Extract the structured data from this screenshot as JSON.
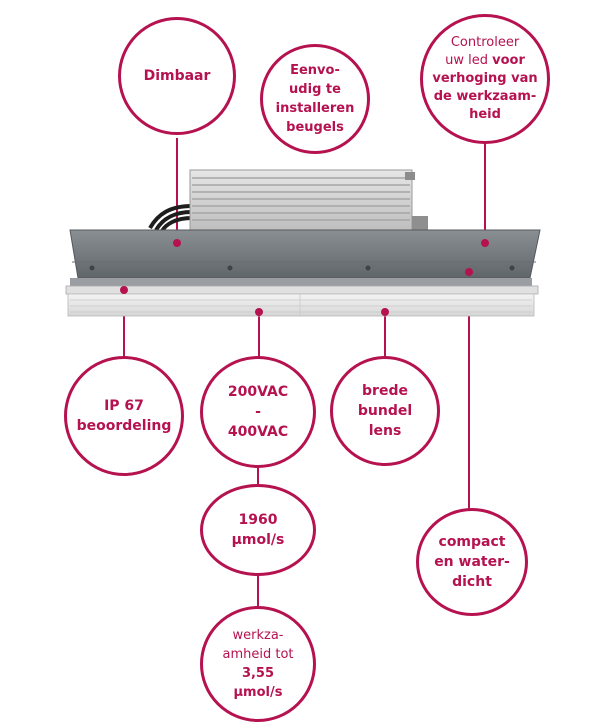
{
  "accent_color": "#b5124f",
  "callouts": {
    "dimbaar": [
      "Dimbaar"
    ],
    "beugels": [
      "Eenvo-",
      "udig te",
      "installeren",
      "beugels"
    ],
    "controleer": {
      "line1": "Controleer",
      "line2_regular": "uw led ",
      "line2_bold": "voor",
      "line3": "verhoging van",
      "line4": "de werkzaam-",
      "line5": "heid"
    },
    "ip67": [
      "IP 67",
      "beoordeling"
    ],
    "voltage": [
      "200VAC",
      "-",
      "400VAC"
    ],
    "brede": [
      "brede",
      "bundel",
      "lens"
    ],
    "umol": [
      "1960",
      "µmol/s"
    ],
    "compact": [
      "compact",
      "en water-",
      "dicht"
    ],
    "efficiency": {
      "line1": "werkza-",
      "line2": "amheid tot",
      "line3": "3,55",
      "line4": "µmol/s"
    }
  }
}
